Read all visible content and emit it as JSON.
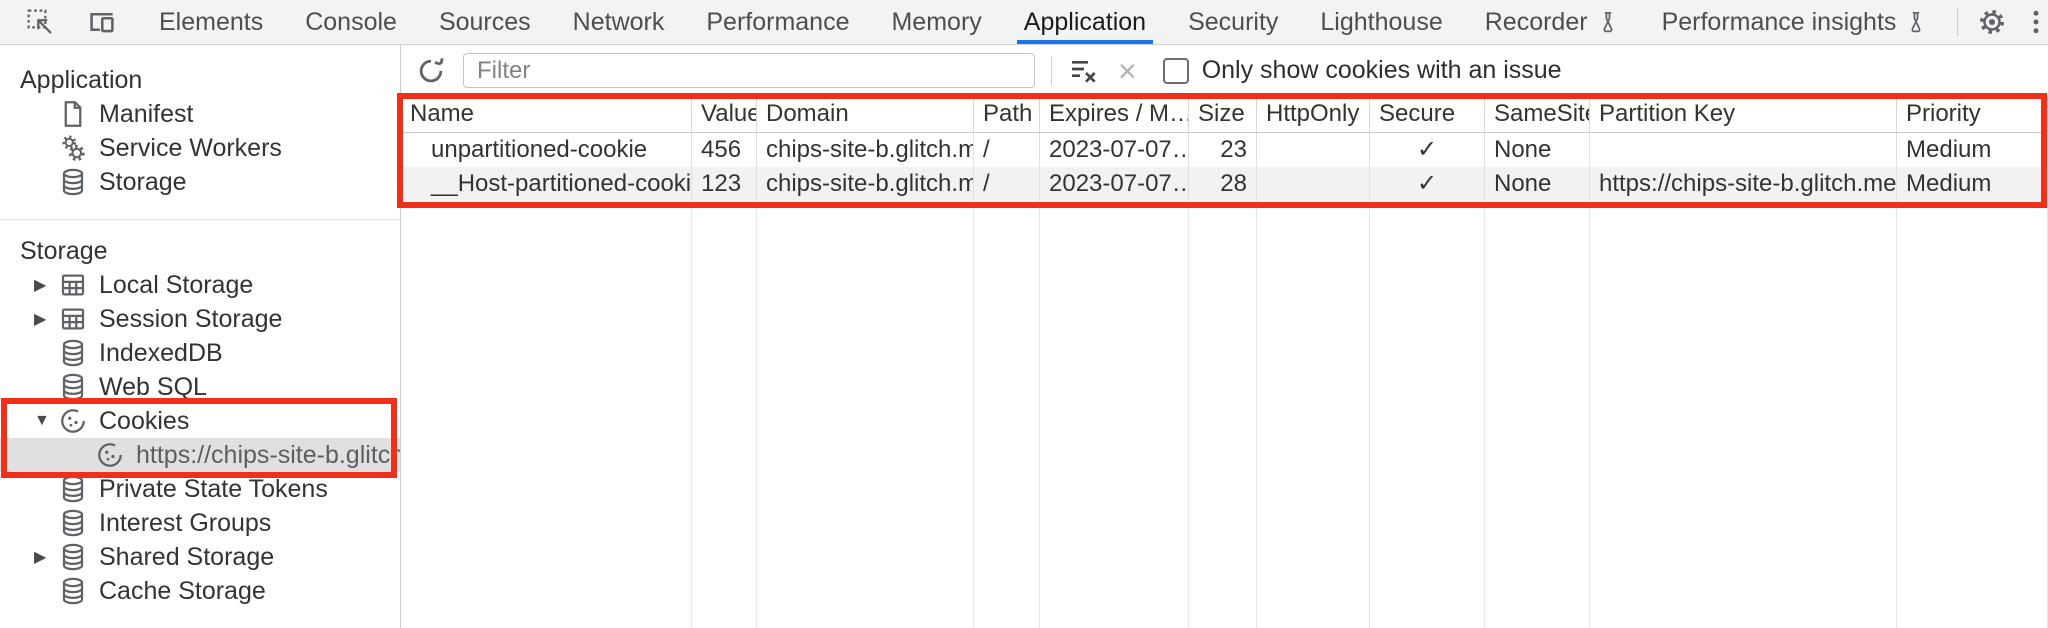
{
  "colors": {
    "annotation_red": "#f0301a",
    "tab_accent_blue": "#1a73e8",
    "selected_item_bg": "#e0e0e0",
    "alt_row_bg": "#f2f2f2"
  },
  "tabbar": {
    "tabs": [
      {
        "label": "Elements"
      },
      {
        "label": "Console"
      },
      {
        "label": "Sources"
      },
      {
        "label": "Network"
      },
      {
        "label": "Performance"
      },
      {
        "label": "Memory"
      },
      {
        "label": "Application",
        "selected": true
      },
      {
        "label": "Security"
      },
      {
        "label": "Lighthouse"
      },
      {
        "label": "Recorder",
        "experiment": true
      },
      {
        "label": "Performance insights",
        "experiment": true
      }
    ],
    "close_glyph": "×"
  },
  "sidebar": {
    "sections": [
      {
        "title": "Application",
        "items": [
          {
            "expander": "",
            "icon": "file-icon",
            "label": "Manifest"
          },
          {
            "expander": "",
            "icon": "gears-icon",
            "label": "Service Workers"
          },
          {
            "expander": "",
            "icon": "database-icon",
            "label": "Storage"
          }
        ]
      },
      {
        "title": "Storage",
        "items": [
          {
            "expander": "▶",
            "icon": "table-icon",
            "label": "Local Storage"
          },
          {
            "expander": "▶",
            "icon": "table-icon",
            "label": "Session Storage"
          },
          {
            "expander": "",
            "icon": "database-icon",
            "label": "IndexedDB"
          },
          {
            "expander": "",
            "icon": "database-icon",
            "label": "Web SQL"
          },
          {
            "expander": "▼",
            "icon": "cookie-icon",
            "label": "Cookies"
          },
          {
            "expander": "",
            "icon": "cookie-icon",
            "label": "https://chips-site-b.glitch.me",
            "selected": true
          },
          {
            "expander": "",
            "icon": "database-icon",
            "label": "Private State Tokens"
          },
          {
            "expander": "",
            "icon": "database-icon",
            "label": "Interest Groups"
          },
          {
            "expander": "▶",
            "icon": "database-icon",
            "label": "Shared Storage"
          },
          {
            "expander": "",
            "icon": "database-icon",
            "label": "Cache Storage"
          }
        ]
      }
    ]
  },
  "toolbar": {
    "filter_placeholder": "Filter",
    "filter_value": "",
    "checkbox_label": "Only show cookies with an issue",
    "checkbox_checked": false
  },
  "table": {
    "columns": [
      "Name",
      "Value",
      "Domain",
      "Path",
      "Expires / M…",
      "Size",
      "HttpOnly",
      "Secure",
      "SameSite",
      "Partition Key",
      "Priority"
    ],
    "rows": [
      {
        "cells": [
          "unpartitioned-cookie",
          "456",
          "chips-site-b.glitch.me",
          "/",
          "2023-07-07…",
          "23",
          "",
          "✓",
          "None",
          "",
          "Medium"
        ]
      },
      {
        "cells": [
          "__Host-partitioned-cookie",
          "123",
          "chips-site-b.glitch.me",
          "/",
          "2023-07-07…",
          "28",
          "",
          "✓",
          "None",
          "https://chips-site-b.glitch.me",
          "Medium"
        ]
      }
    ]
  }
}
